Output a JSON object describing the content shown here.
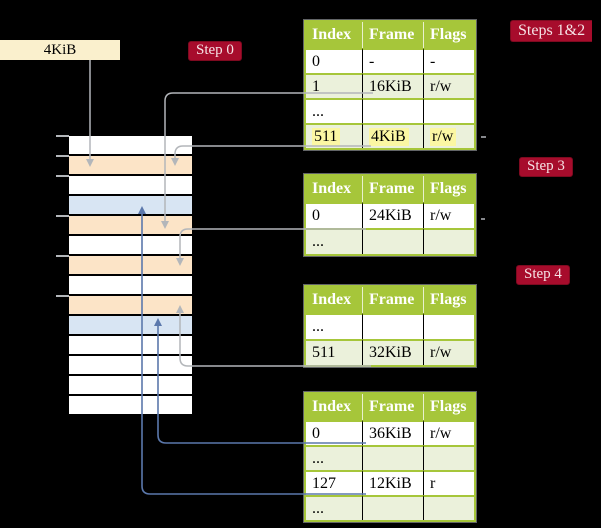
{
  "colors": {
    "background": "#000000",
    "header_green": "#A6C63A",
    "row_green": "#EBF1DB",
    "row_white": "#FFFFFF",
    "crimson": "#A70C2C",
    "crimson_border": "#7E0A20",
    "label_text": "#F6E3E6",
    "cream": "#FAF0CD",
    "peach": "#FCE4C7",
    "blue_row": "#D8E5F3",
    "gray_line": "#B3B6BA",
    "blue_line": "#5B78AC",
    "highlight_yellow": "#FBF7A3"
  },
  "page_size": {
    "text": "4KiB"
  },
  "step_labels": [
    {
      "id": "step0",
      "text": "Step 0"
    },
    {
      "id": "steps12",
      "text": "Steps 1&2"
    },
    {
      "id": "step3",
      "text": "Step 3"
    },
    {
      "id": "step4",
      "text": "Step 4"
    }
  ],
  "tables": [
    {
      "name": "page-table-steps-1-2",
      "headers": [
        "Index",
        "Frame",
        "Flags"
      ],
      "rows": [
        {
          "cells": [
            "0",
            "-",
            "-"
          ],
          "shade": "white",
          "highlight": false
        },
        {
          "cells": [
            "1",
            "16KiB",
            "r/w"
          ],
          "shade": "green",
          "highlight": false
        },
        {
          "cells": [
            "...",
            "",
            ""
          ],
          "shade": "white",
          "highlight": false
        },
        {
          "cells": [
            "511",
            "4KiB",
            "r/w"
          ],
          "shade": "green",
          "highlight": true
        }
      ]
    },
    {
      "name": "page-table-step-3",
      "headers": [
        "Index",
        "Frame",
        "Flags"
      ],
      "rows": [
        {
          "cells": [
            "0",
            "24KiB",
            "r/w"
          ],
          "shade": "white",
          "highlight": false
        },
        {
          "cells": [
            "...",
            "",
            ""
          ],
          "shade": "green",
          "highlight": false
        }
      ]
    },
    {
      "name": "page-table-step-4",
      "headers": [
        "Index",
        "Frame",
        "Flags"
      ],
      "rows": [
        {
          "cells": [
            "...",
            "",
            ""
          ],
          "shade": "white",
          "highlight": false
        },
        {
          "cells": [
            "511",
            "32KiB",
            "r/w"
          ],
          "shade": "green",
          "highlight": false
        }
      ]
    },
    {
      "name": "page-table-final",
      "headers": [
        "Index",
        "Frame",
        "Flags"
      ],
      "rows": [
        {
          "cells": [
            "0",
            "36KiB",
            "r/w"
          ],
          "shade": "white",
          "highlight": false
        },
        {
          "cells": [
            "...",
            "",
            ""
          ],
          "shade": "green",
          "highlight": false
        },
        {
          "cells": [
            "127",
            "12KiB",
            "r"
          ],
          "shade": "white",
          "highlight": false
        },
        {
          "cells": [
            "...",
            "",
            ""
          ],
          "shade": "green",
          "highlight": false
        }
      ]
    }
  ],
  "memory": {
    "rows": [
      "white",
      "peach",
      "white",
      "blue",
      "peach",
      "white",
      "peach",
      "white",
      "peach",
      "blue",
      "white",
      "white",
      "white",
      "white"
    ]
  },
  "arrows": [
    {
      "color": "gray",
      "from": "page-size-label",
      "to": "memory-row-2"
    },
    {
      "color": "gray",
      "from": "table1-row-1",
      "to": "memory-row-5"
    },
    {
      "color": "gray",
      "from": "table1-row-511",
      "to": "memory-row-2"
    },
    {
      "color": "gray",
      "from": "table2-row-0",
      "to": "memory-row-7"
    },
    {
      "color": "gray",
      "from": "table3-row-511",
      "to": "memory-row-9"
    },
    {
      "color": "blue",
      "from": "table4-row-0",
      "to": "memory-row-10"
    },
    {
      "color": "blue",
      "from": "table4-row-127",
      "to": "memory-row-4"
    },
    {
      "color": "gray",
      "from": "right-edge-stub",
      "to": "table1-row-511"
    },
    {
      "color": "gray",
      "from": "right-edge-stub",
      "to": "table2-row-0"
    }
  ]
}
